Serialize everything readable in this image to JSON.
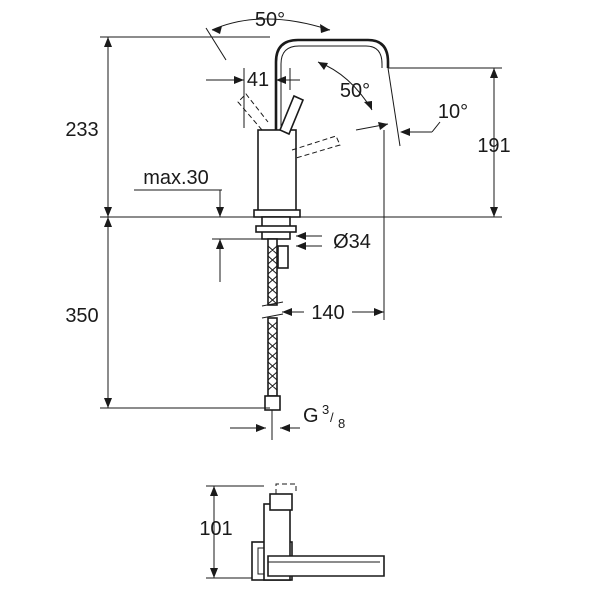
{
  "dimensions": {
    "angle_top": "50°",
    "spout_width": "41",
    "angle_spout": "50°",
    "angle_small": "10°",
    "total_height": "233",
    "spout_height": "191",
    "max_thickness": "max.30",
    "hole_diameter": "Ø34",
    "hose_length": "350",
    "reach": "140",
    "thread_main": "G",
    "thread_num": "3",
    "thread_den": "8",
    "base_height": "101"
  },
  "colors": {
    "line": "#1a1a1a",
    "background": "#ffffff"
  }
}
